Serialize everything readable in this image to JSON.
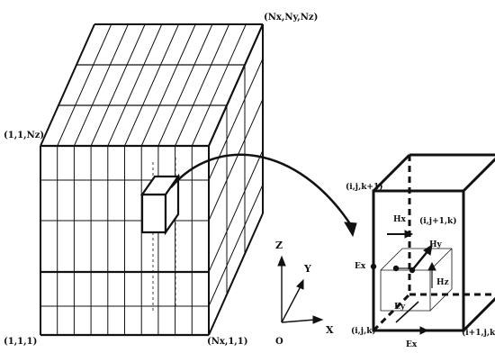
{
  "grid_labels": {
    "corner_top_right": "(Nx,Ny,Nz)",
    "corner_left_top": "(1,1,Nz)",
    "corner_origin": "(1,1,1)",
    "corner_bottom_right": "(Nx,1,1)"
  },
  "axes": {
    "z": "Z",
    "y": "Y",
    "x": "X",
    "origin": "O"
  },
  "cell_labels": {
    "top_left": "(i,j,k+1)",
    "top_inner": "(i,j+1,k)",
    "bottom_left": "(i,j,k)",
    "bottom_right": "(i+1,j,k)",
    "hx": "Hx",
    "hy": "Hy",
    "hz": "Hz",
    "ex_left": "Ex",
    "ey": "Ey",
    "ex_bottom": "Ex"
  },
  "colors": {
    "line": "#111111",
    "background": "#ffffff"
  }
}
